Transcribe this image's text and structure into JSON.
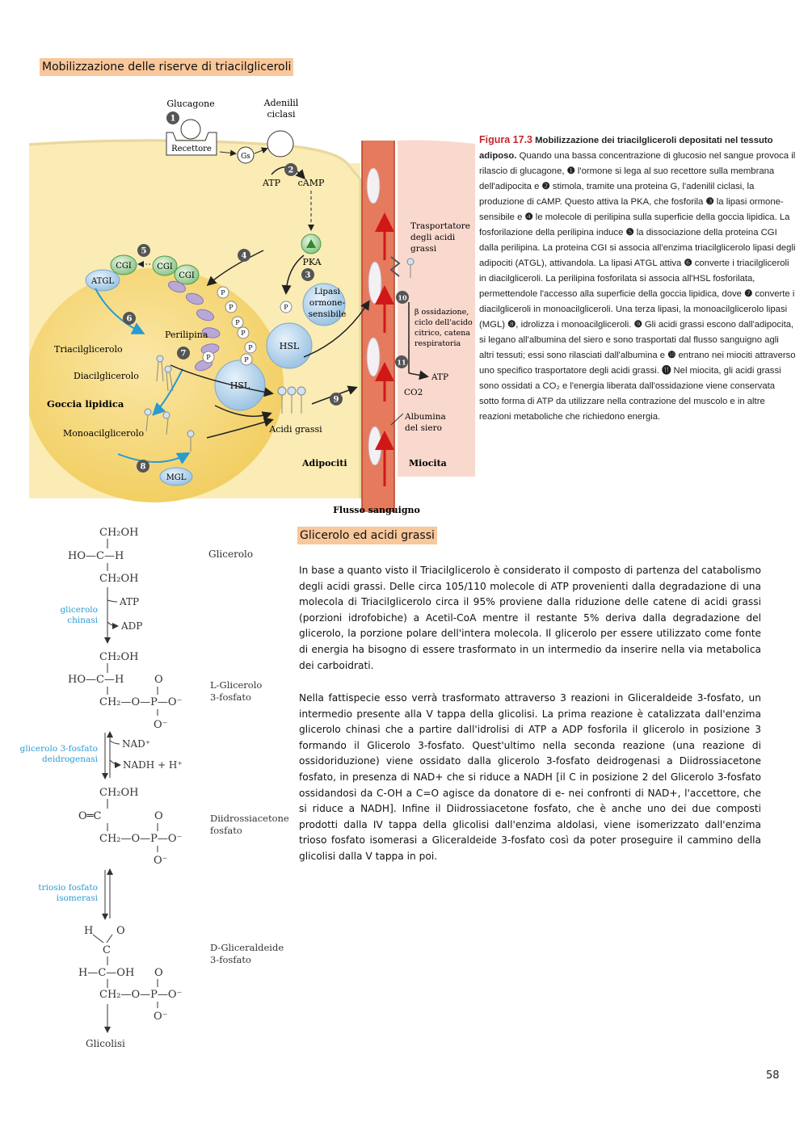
{
  "headings": {
    "mobilization": "Mobilizzazione delle riserve di triacilgliceroli",
    "glycerol": "Glicerolo ed acidi grassi"
  },
  "figure": {
    "labels": {
      "glucagone": "Glucagone",
      "adenilil1": "Adenilil",
      "adenilil2": "ciclasi",
      "recettore": "Recettore",
      "gs": "Gs",
      "atp": "ATP",
      "camp": "cAMP",
      "pka": "PKA",
      "cgi": "CGI",
      "atgl": "ATGL",
      "lipasi1": "Lipasi",
      "lipasi2": "ormone-",
      "lipasi3": "sensibile",
      "perilipina": "Perilipina",
      "hsl": "HSL",
      "triacil": "Triacilglicerolo",
      "diacil": "Diacilglicerolo",
      "goccia": "Goccia lipidica",
      "monoacil": "Monoacilglicerolo",
      "mgl": "MGL",
      "acidi": "Acidi grassi",
      "adipociti": "Adipociti",
      "miocita": "Miocita",
      "flusso": "Flusso sanguigno",
      "trasp1": "Trasportatore",
      "trasp2": "degli acidi",
      "trasp3": "grassi",
      "beta1": "β ossidazione,",
      "beta2": "ciclo dell'acido",
      "beta3": "citrico, catena",
      "beta4": "respiratoria",
      "atp2": "ATP",
      "co2": "CO2",
      "alb1": "Albumina",
      "alb2": "del siero",
      "p": "P"
    },
    "steps": [
      "1",
      "2",
      "3",
      "4",
      "5",
      "6",
      "7",
      "8",
      "9",
      "10",
      "11"
    ]
  },
  "caption": {
    "fig_number": "Figura 17.3",
    "fig_title": "Mobilizzazione dei triacilgliceroli depositati nel tessuto adiposo.",
    "p1": " Quando una bassa concentrazione di glucosio nel sangue provoca il rilascio di glucagone, ",
    "p2": " l'ormone si lega al suo recettore sulla membrana dell'adipocita e ",
    "p3": " stimola, tramite una proteina G, l'adenilil ciclasi, la produzione di cAMP. Questo attiva la PKA, che fosforila ",
    "p4": " la lipasi ormone-sensibile e ",
    "p5": " le molecole di perilipina sulla superficie della goccia lipidica. La fosforilazione della perilipina induce ",
    "p6": " la dissociazione della proteina CGI dalla perilipina. La proteina CGI si associa all'enzima triacilglicerolo lipasi degli adipociti (ATGL), attivandola. La lipasi ATGL attiva ",
    "p7": " converte i triacilgliceroli in diacilgliceroli. La perilipina fosforilata si associa all'HSL fosforilata, permettendole l'accesso alla superficie della goccia lipidica, dove ",
    "p8": " converte i diacilgliceroli in monoacilgliceroli. Una terza lipasi, la monoacilglicerolo lipasi (MGL) ",
    "p9": ", idrolizza i monoacilgliceroli. ",
    "p10": " Gli acidi grassi escono dall'adipocita, si legano all'albumina del siero e sono trasportati dal flusso sanguigno agli altri tessuti; essi sono rilasciati dall'albumina e ",
    "p11": " entrano nei miociti attraverso uno specifico trasportatore degli acidi grassi. ",
    "p12": " Nel miocita, gli acidi grassi sono ossidati a CO₂ e l'energia liberata dall'ossidazione viene conservata sotto forma di ATP da utilizzare nella contrazione del muscolo e in altre reazioni metaboliche che richiedono energia."
  },
  "pathway": {
    "glicerolo": "Glicerolo",
    "enzyme1": [
      "glicerolo",
      "chinasi"
    ],
    "atp": "ATP",
    "adp": "ADP",
    "g3p": [
      "L-Glicerolo",
      "3-fosfato"
    ],
    "enzyme2": [
      "glicerolo 3-fosfato",
      "deidrogenasi"
    ],
    "nad": "NAD⁺",
    "nadh": "NADH + H⁺",
    "dhap": [
      "Diidrossiacetone",
      "fosfato"
    ],
    "enzyme3": [
      "triosio fosfato",
      "isomerasi"
    ],
    "gap": [
      "D-Gliceraldeide",
      "3-fosfato"
    ],
    "glicolisi": "Glicolisi"
  },
  "paragraphs": [
    "In base a quanto visto il Triacilglicerolo è considerato il composto di partenza del catabolismo degli acidi grassi. Delle circa 105/110 molecole di ATP provenienti dalla degradazione di una molecola di Triacilglicerolo circa il 95% proviene dalla riduzione delle catene di acidi grassi (porzioni idrofobiche) a Acetil-CoA mentre il restante 5% deriva dalla degradazione del glicerolo, la porzione polare dell'intera molecola. Il glicerolo per essere utilizzato come fonte di energia ha bisogno di essere trasformato in un intermedio da inserire nella via metabolica dei carboidrati.",
    "Nella fattispecie esso verrà trasformato attraverso 3 reazioni in Gliceraldeide 3-fosfato, un intermedio presente alla V tappa della glicolisi. La prima reazione è catalizzata dall'enzima glicerolo chinasi che a partire dall'idrolisi di ATP a ADP fosforila il glicerolo in posizione 3 formando il Glicerolo 3-fosfato. Quest'ultimo nella seconda reazione (una reazione di ossidoriduzione) viene ossidato dalla glicerolo 3-fosfato deidrogenasi a Diidrossiacetone fosfato, in presenza di NAD+ che si riduce a NADH [il C in posizione 2 del Glicerolo 3-fosfato ossidandosi da C-OH a C=O agisce da donatore di e- nei confronti di NAD+, l'accettore, che si riduce a NADH]. Infine il Diidrossiacetone fosfato, che è anche uno dei due composti prodotti dalla IV tappa della glicolisi dall'enzima aldolasi, viene isomerizzato dall'enzima trioso fosfato isomerasi a Gliceraldeide 3-fosfato così da poter proseguire il cammino della glicolisi dalla V tappa in poi."
  ],
  "page_number": "58",
  "colors": {
    "heading_bg": "#f8c79a",
    "cytoplasm": "#fbeab0",
    "droplet": "#f7d978",
    "blood": "#e07358",
    "myocyte": "#f9d8cc",
    "enzyme_blue": "#3aa0d0",
    "fig_red": "#c8252c"
  }
}
